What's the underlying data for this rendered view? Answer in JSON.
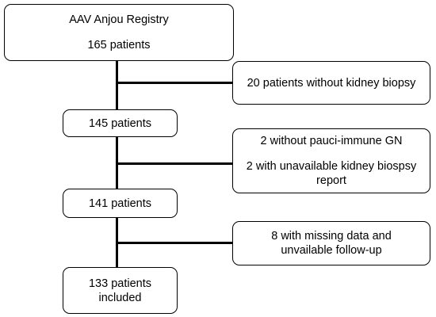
{
  "flow": {
    "registry": {
      "title": "AAV Anjou Registry",
      "count": "165 patients"
    },
    "step_145": "145 patients",
    "step_141": "141 patients",
    "final": {
      "line1": "133 patients",
      "line2": "included"
    }
  },
  "exclusions": {
    "first": "20 patients without kidney biopsy",
    "second": {
      "line1": "2 without pauci-immune GN",
      "line2": "2 with unavailable kidney biospsy",
      "line3": "report"
    },
    "third": {
      "line1": "8 with missing data and",
      "line2": "unvailable follow-up"
    }
  }
}
